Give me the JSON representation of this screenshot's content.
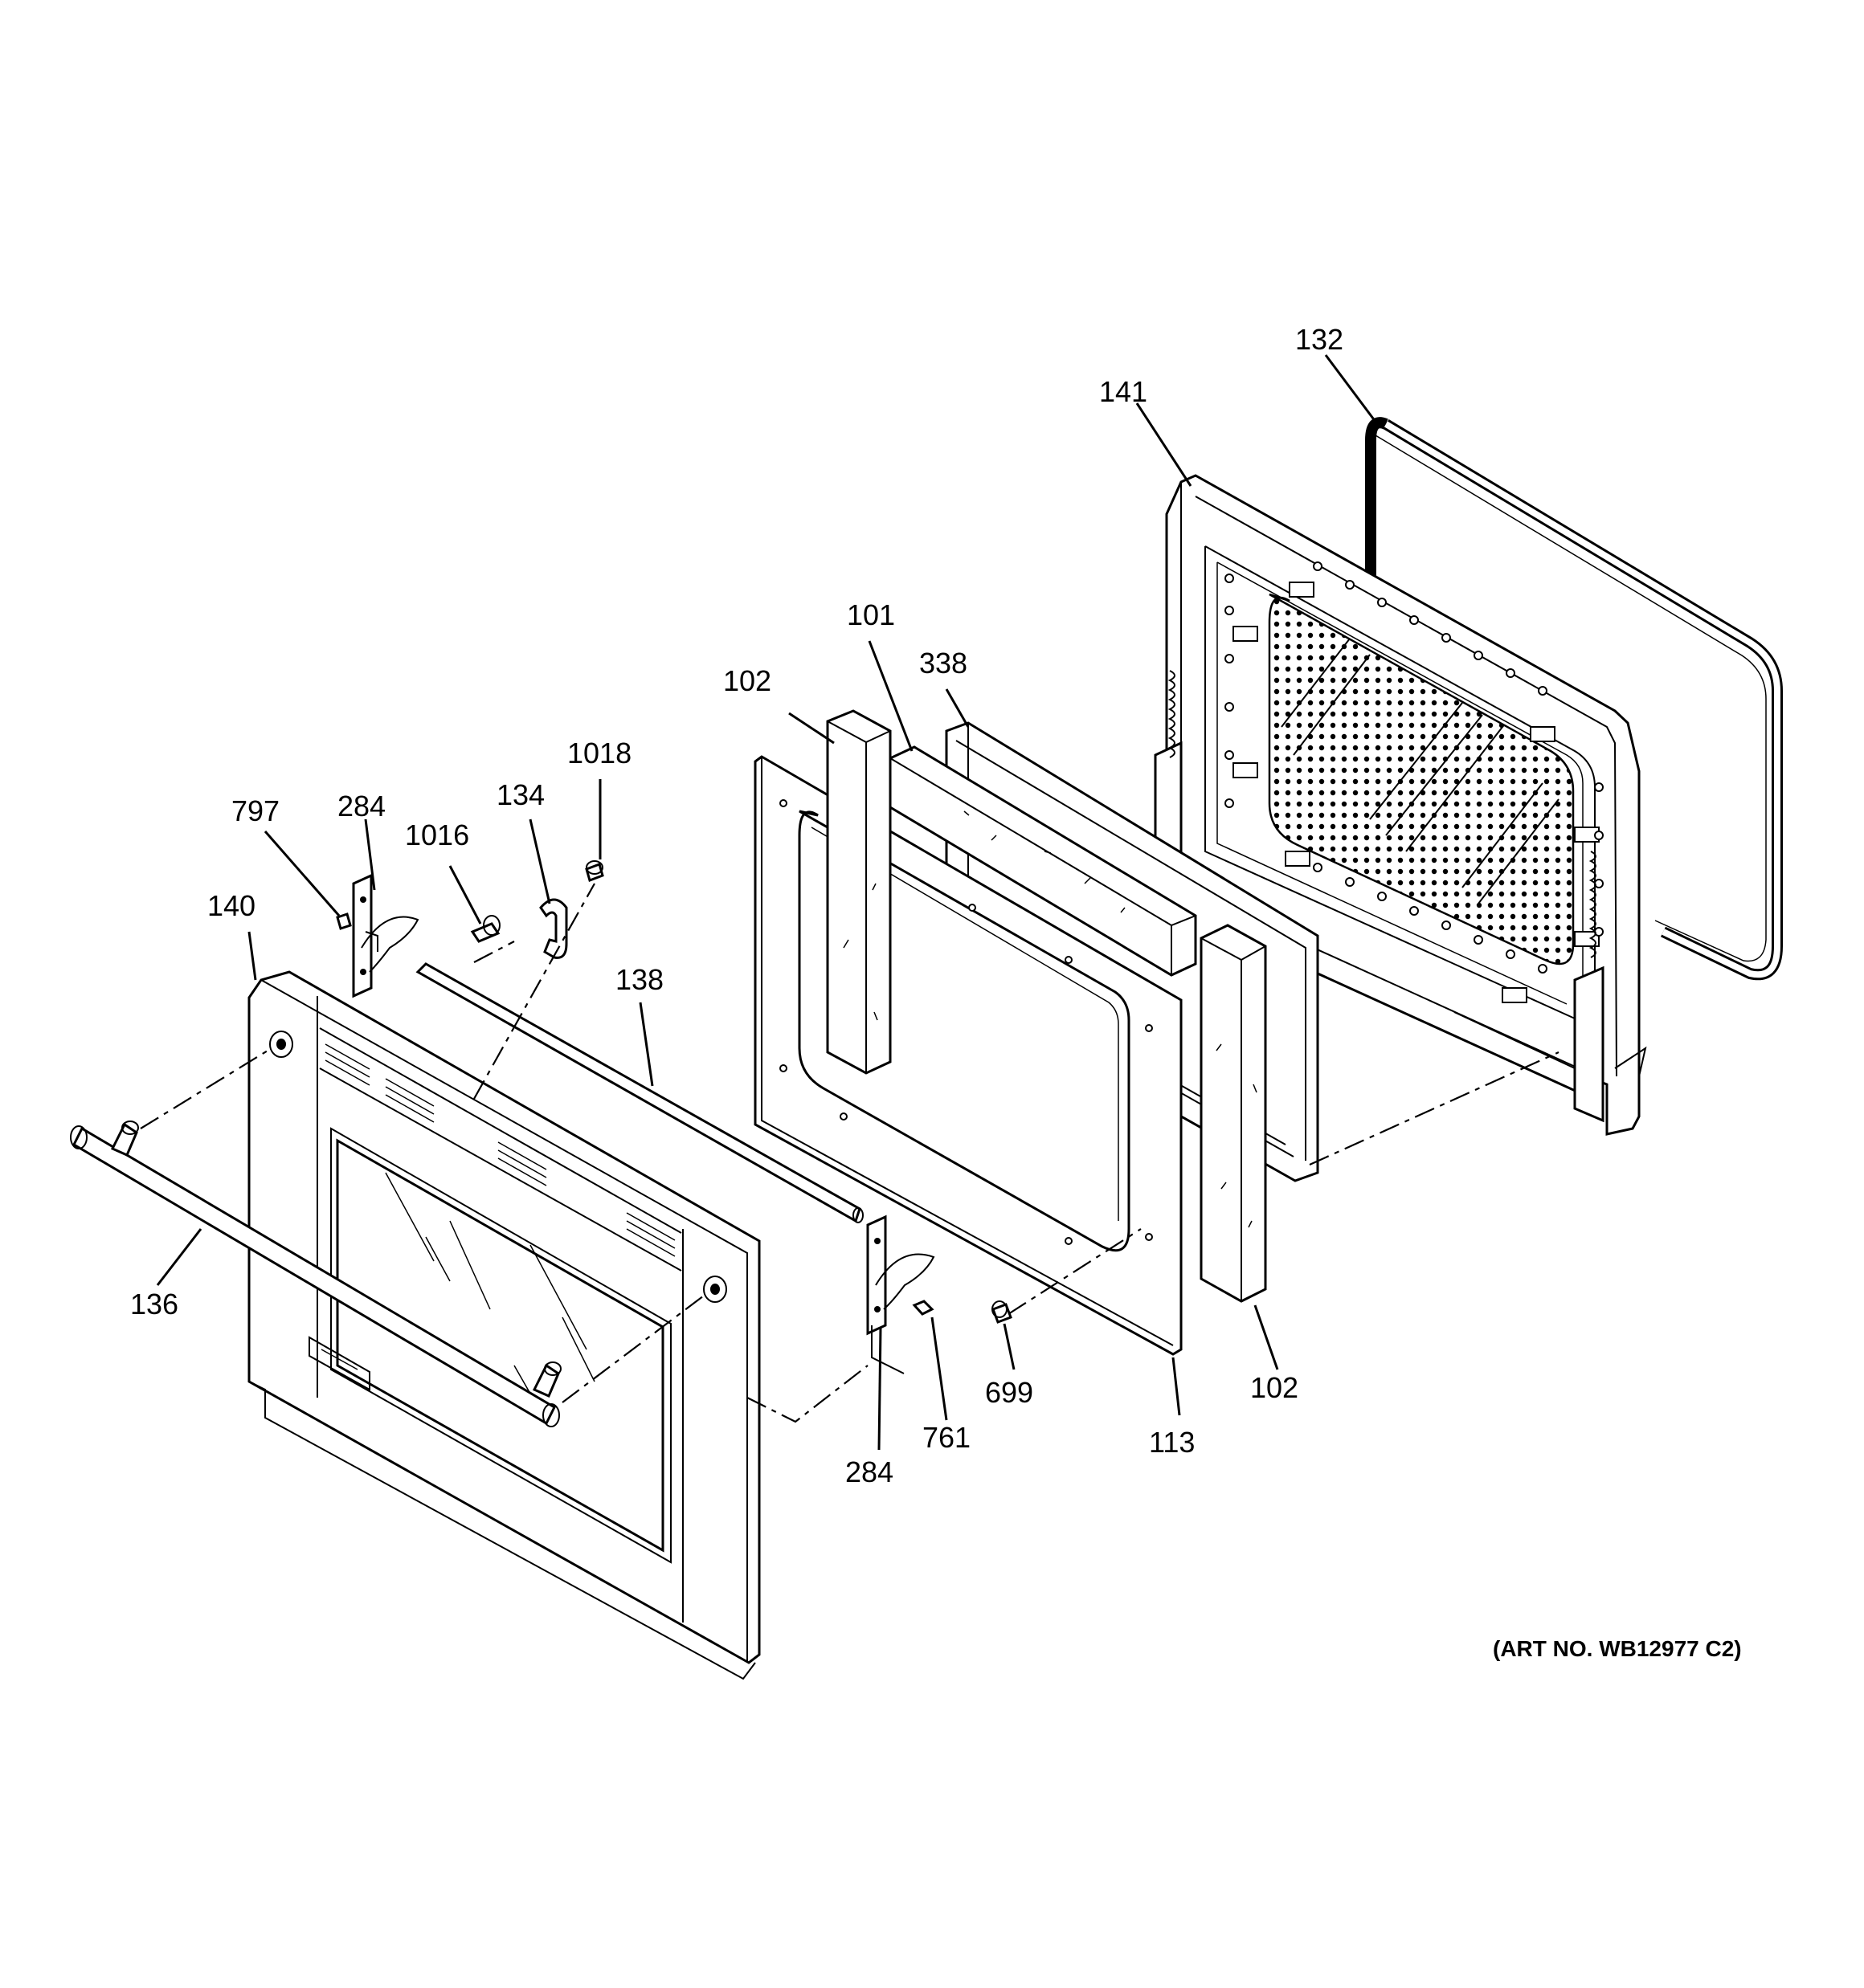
{
  "art_number": "(ART NO. WB12977 C2)",
  "callouts": [
    {
      "id": "132",
      "text": "132"
    },
    {
      "id": "141",
      "text": "141"
    },
    {
      "id": "101",
      "text": "101"
    },
    {
      "id": "338",
      "text": "338"
    },
    {
      "id": "102-top",
      "text": "102"
    },
    {
      "id": "1018",
      "text": "1018"
    },
    {
      "id": "797",
      "text": "797"
    },
    {
      "id": "284-top",
      "text": "284"
    },
    {
      "id": "1016",
      "text": "1016"
    },
    {
      "id": "134",
      "text": "134"
    },
    {
      "id": "140",
      "text": "140"
    },
    {
      "id": "138",
      "text": "138"
    },
    {
      "id": "136",
      "text": "136"
    },
    {
      "id": "284-bottom",
      "text": "284"
    },
    {
      "id": "761",
      "text": "761"
    },
    {
      "id": "699",
      "text": "699"
    },
    {
      "id": "113",
      "text": "113"
    },
    {
      "id": "102-bottom",
      "text": "102"
    }
  ]
}
